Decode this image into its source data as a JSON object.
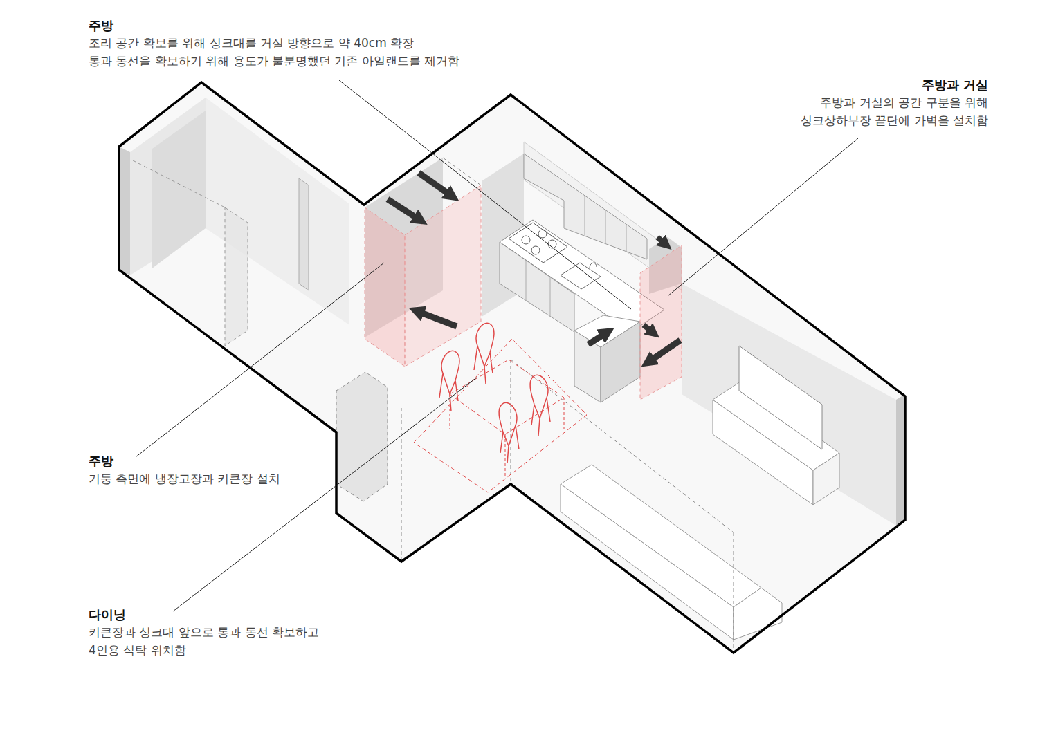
{
  "diagram": {
    "labels": [
      "주방",
      "조리 공간 확보를 위해 싱크대를 거실 방향으로 약 40cm 확장",
      "통과 동선을 확보하기 위해 용도가 불분명했던 기존 아일랜드를 제거함",
      "주방과 거실",
      "주방과 거실의 공간 구분을 위해",
      "싱크상하부장 끝단에 가벽을 설치함",
      "주방",
      "기둥 측면에 냉장고장과 키큰장 설치",
      "다이닝",
      "키큰장과 싱크대 앞으로 통과 동선 확보하고",
      "4인용 식탁 위치함"
    ]
  }
}
